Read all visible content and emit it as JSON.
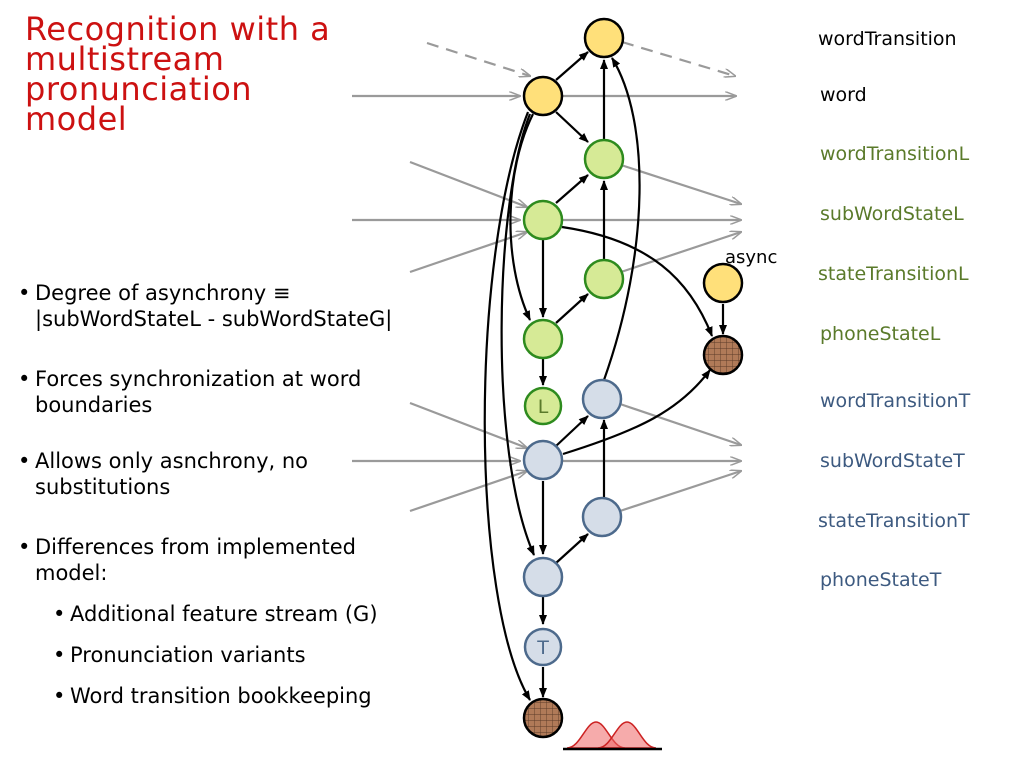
{
  "title": "Recognition with a multistream pronunciation model",
  "bullets": [
    {
      "text": "Degree of asynchrony ≡ |subWordStateL - subWordStateG|"
    },
    {
      "text": "Forces synchronization at word boundaries"
    },
    {
      "text": "Allows only asnchrony, no substitutions"
    },
    {
      "text": "Differences from implemented model:"
    }
  ],
  "sub_bullets": [
    {
      "text": "Additional feature stream (G)"
    },
    {
      "text": "Pronunciation variants"
    },
    {
      "text": "Word transition bookkeeping"
    }
  ],
  "variables": [
    {
      "label": "wordTransition",
      "color": "#000000"
    },
    {
      "label": "word",
      "color": "#000000"
    },
    {
      "label": "wordTransitionL",
      "color": "#5a7a2a"
    },
    {
      "label": "subWordStateL",
      "color": "#5a7a2a"
    },
    {
      "label": "stateTransitionL",
      "color": "#5a7a2a"
    },
    {
      "label": "phoneStateL",
      "color": "#5a7a2a"
    },
    {
      "label": "wordTransitionT",
      "color": "#3d5a80"
    },
    {
      "label": "subWordStateT",
      "color": "#3d5a80"
    },
    {
      "label": "stateTransitionT",
      "color": "#3d5a80"
    },
    {
      "label": "phoneStateT",
      "color": "#3d5a80"
    }
  ],
  "node_labels": {
    "async": "async",
    "L": "L",
    "T": "T"
  },
  "colors": {
    "title": "#cc1111",
    "yellow_fill": "#ffe07a",
    "green_fill": "#d6ea96",
    "green_stroke": "#2e8b1e",
    "blue_fill": "#d5dde8",
    "blue_stroke": "#4d6a8c",
    "hatched_fill": "#b07a58",
    "gaussian": "#ee6666",
    "grey_arrow": "#9a9a9a"
  }
}
